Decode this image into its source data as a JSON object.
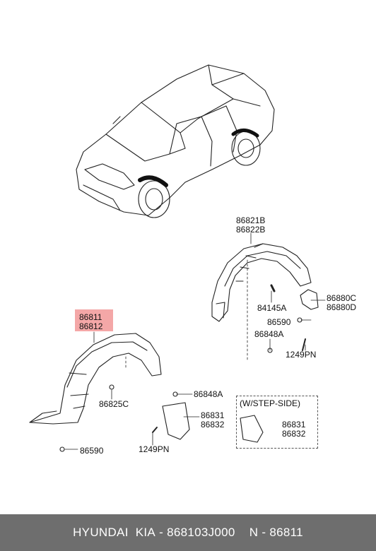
{
  "labels": {
    "p86821": [
      "86821B",
      "86822B"
    ],
    "p84145": "84145A",
    "p86880": [
      "86880C",
      "86880D"
    ],
    "p86590_top": "86590",
    "p86848_top": "86848A",
    "p1249_top": "1249PN",
    "p86811": [
      "86811",
      "86812"
    ],
    "p86848_bot": "86848A",
    "p86825": "86825C",
    "p86831": [
      "86831",
      "86832"
    ],
    "p1249_bot": "1249PN",
    "p86590_bot": "86590",
    "step_box_title": "(W/STEP-SIDE)",
    "p86831_box": [
      "86831",
      "86832"
    ]
  },
  "footer": {
    "brand": "HYUNDAI  KIA",
    "separator": " - ",
    "part_number": "868103J000",
    "gap": "    ",
    "note": "N - 86811"
  },
  "colors": {
    "highlight": "#f08a8a",
    "footer_bg": "#6e6e6e",
    "line": "#222222"
  }
}
